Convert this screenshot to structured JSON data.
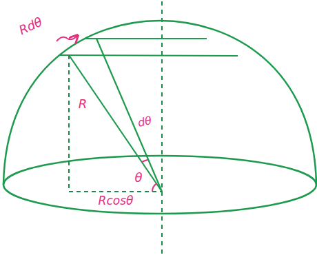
{
  "diagram": {
    "labels": [
      "Rdθ",
      "R",
      "dθ",
      "θ",
      "Rcosθ"
    ]
  }
}
